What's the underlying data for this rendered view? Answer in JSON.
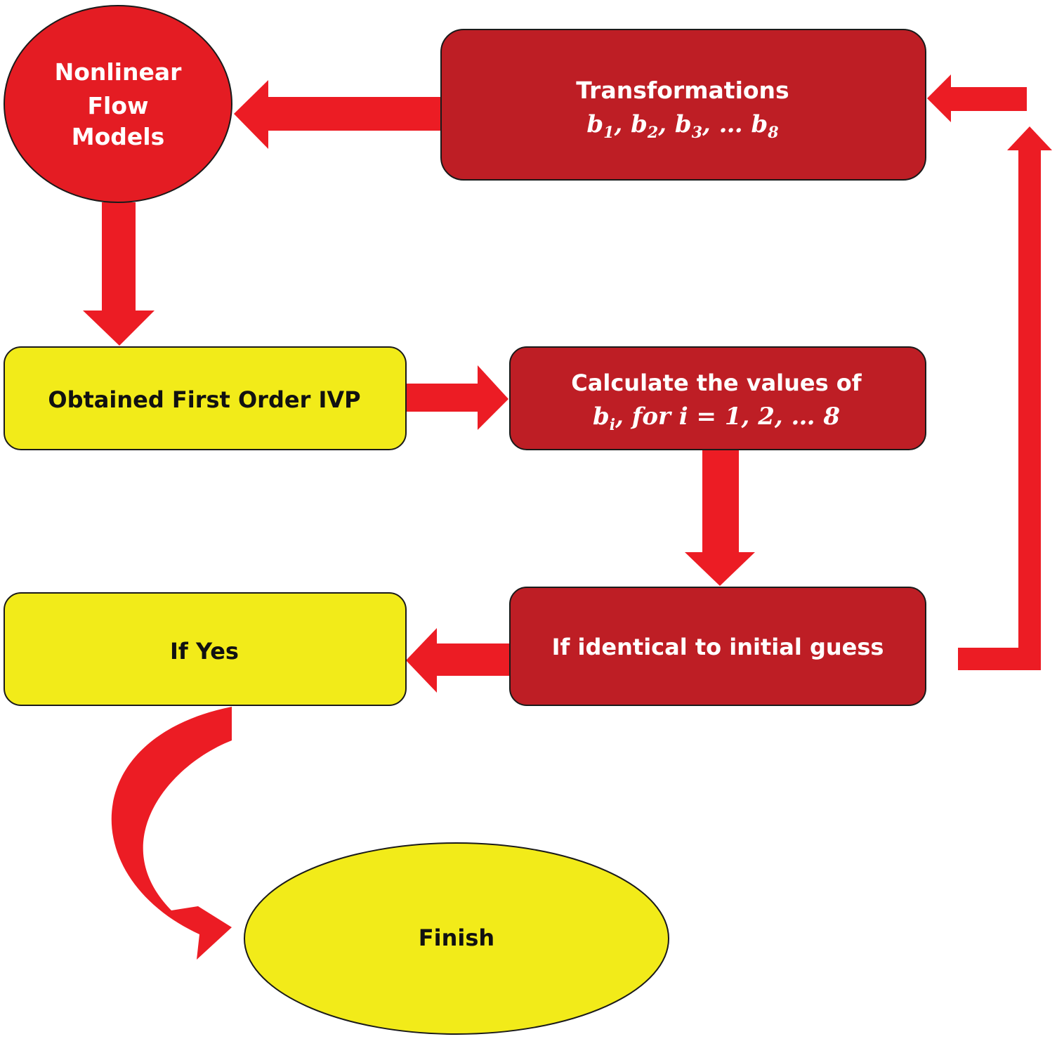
{
  "diagram": {
    "nodes": {
      "nonlinear": {
        "line1": "Nonlinear",
        "line2": "Flow",
        "line3": "Models"
      },
      "transformations": {
        "title": "Transformations"
      },
      "obtained": {
        "label": "Obtained First Order IVP"
      },
      "calculate": {
        "line1": "Calculate the values of"
      },
      "identical": {
        "label": "If identical to initial guess"
      },
      "ifyes": {
        "label": "If Yes"
      },
      "finish": {
        "label": "Finish"
      }
    },
    "colors": {
      "arrow": "#ec1c24",
      "circle": "#e41c23",
      "dark_box": "#be1e25",
      "yellow_box": "#f2eb19",
      "outline": "#1a1a1a"
    }
  }
}
